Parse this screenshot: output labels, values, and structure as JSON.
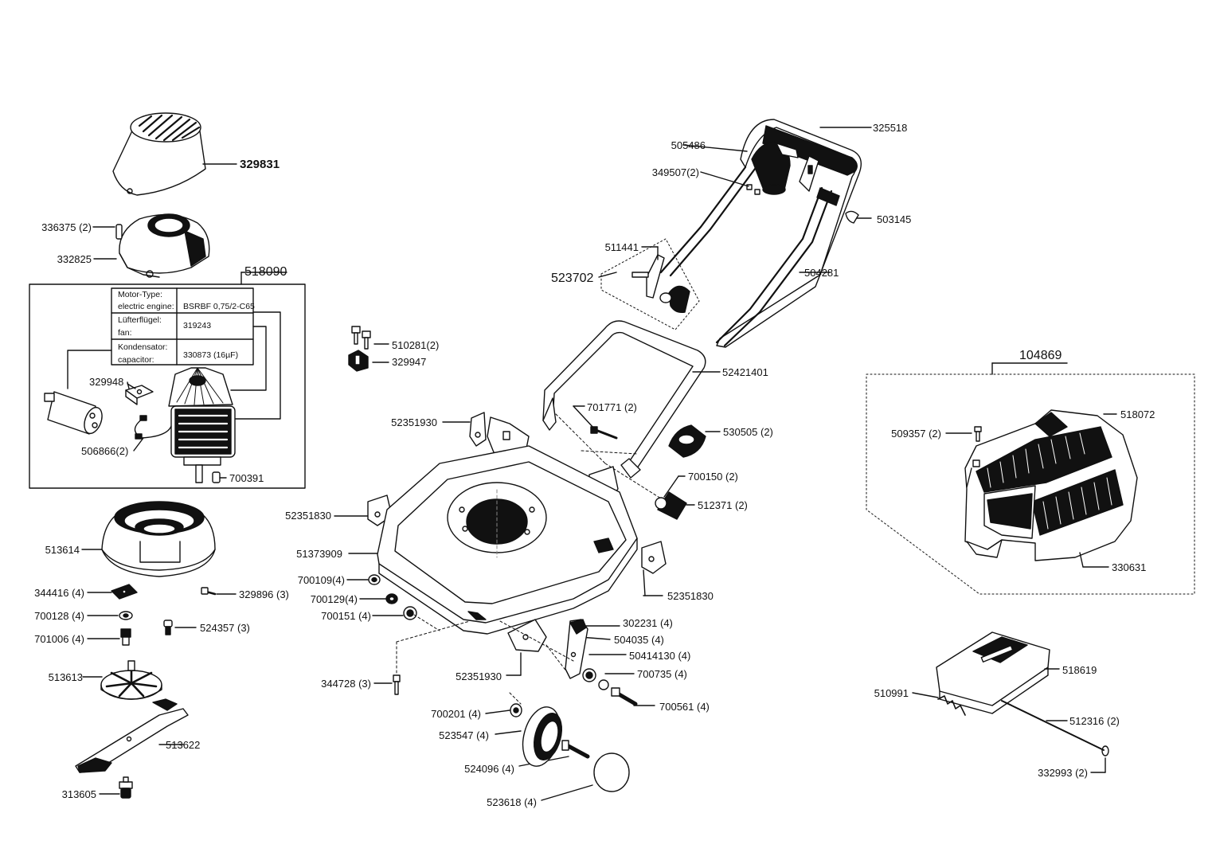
{
  "groups": {
    "motor_kit": "518090",
    "handle_kit": "523702",
    "grass_box": "104869"
  },
  "motor_table": {
    "row1_label_a": "Motor-Type:",
    "row1_label_b": "electric engine:",
    "row1_value": "BSRBF 0,75/2-C65",
    "row2_label_a": "Lüfterflügel:",
    "row2_label_b": "fan:",
    "row2_value": "319243",
    "row3_label_a": "Kondensator:",
    "row3_label_b": "capacitor:",
    "row3_value": "330873 (16µF)"
  },
  "parts": {
    "p329831": "329831",
    "p336375": "336375 (2)",
    "p332825": "332825",
    "p329948": "329948",
    "p506866": "506866(2)",
    "p700391": "700391",
    "p513614": "513614",
    "p344416": "344416 (4)",
    "p329896": "329896 (3)",
    "p700128": "700128 (4)",
    "p524357": "524357 (3)",
    "p701006": "701006 (4)",
    "p513613": "513613",
    "p513622": "513622",
    "p313605": "313605",
    "p325518": "325518",
    "p505486": "505486",
    "p349507": "349507(2)",
    "p503145": "503145",
    "p511441": "511441",
    "p504281": "504281",
    "p510281": "510281(2)",
    "p329947": "329947",
    "p52421401": "52421401",
    "p52351930a": "52351930",
    "p701771": "701771 (2)",
    "p530505": "530505 (2)",
    "p700150": "700150 (2)",
    "p512371": "512371 (2)",
    "p52351830a": "52351830",
    "p51373909": "51373909",
    "p700109": "700109(4)",
    "p700129": "700129(4)",
    "p700151": "700151 (4)",
    "p52351830b": "52351830",
    "p302231": "302231 (4)",
    "p504035": "504035 (4)",
    "p50414130": "50414130 (4)",
    "p700735": "700735 (4)",
    "p700561": "700561 (4)",
    "p344728": "344728 (3)",
    "p52351930b": "52351930",
    "p700201": "700201 (4)",
    "p523547": "523547 (4)",
    "p524096": "524096 (4)",
    "p523618": "523618  (4)",
    "p509357": "509357 (2)",
    "p518072": "518072",
    "p330631": "330631",
    "p518619": "518619",
    "p510991": "510991",
    "p512316": "512316 (2)",
    "p332993": "332993 (2)"
  }
}
